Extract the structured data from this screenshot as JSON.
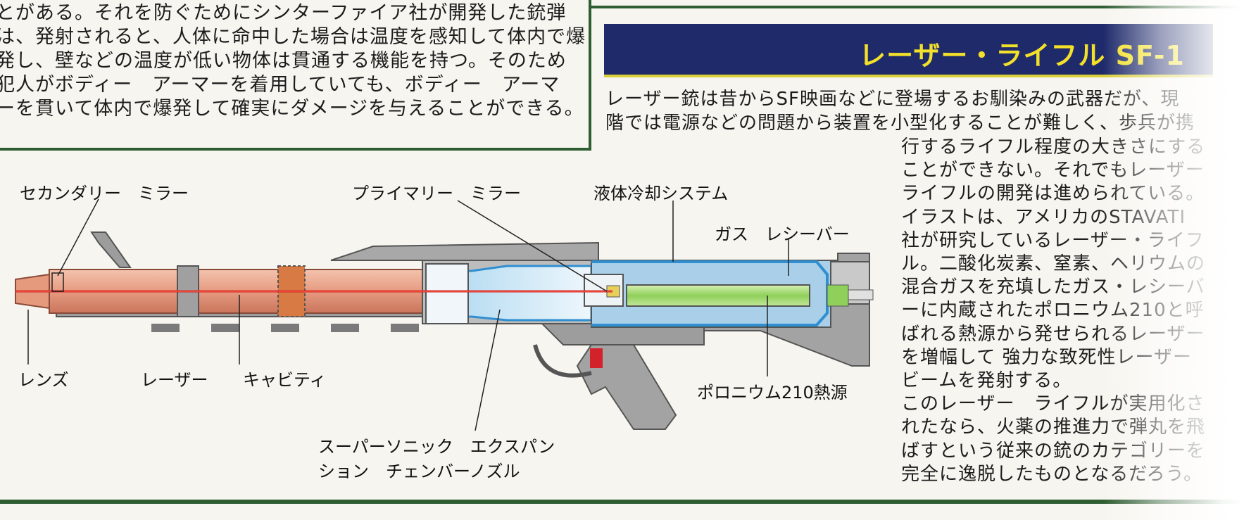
{
  "top_left_paragraph": {
    "lines": [
      "とがある。それを防ぐためにシンターファイア社が開発した銃弾",
      "は、発射されると、人体に命中した場合は温度を感知して体内で爆",
      "発し、壁などの温度が低い物体は貫通する機能を持つ。そのため",
      "犯人がボディー　アーマーを着用していても、ボディー　アーマ",
      "ーを貫いて体内で爆発して確実にダメージを与えることができる。"
    ]
  },
  "section_title": "レーザー・ライフル SF-1",
  "right_column": {
    "wide_lines": [
      "レーザー銃は昔からSF映画などに登場するお馴染みの武器だが、現",
      "階では電源などの問題から装置を小型化することが難しく、歩兵が携"
    ],
    "narrow_lines": [
      "行するライフル程度の大きさにする",
      "ことができない。それでもレーザー",
      "ライフルの開発は進められている。",
      "イラストは、アメリカのSTAVATI",
      "社が研究しているレーザー・ライフ",
      "ル。二酸化炭素、窒素、ヘリウムの",
      "混合ガスを充填したガス・レシーバ",
      "ーに内蔵されたポロニウム210と呼",
      "ばれる熱源から発せられるレーザー",
      "を増幅して 強力な致死性レーザー",
      "ビームを発射する。",
      "このレーザー　ライフルが実用化さ",
      "れたなら、火薬の推進力で弾丸を飛",
      "ばすという従来の銃のカテゴリーを",
      "完全に逸脱したものとなるだろう。"
    ]
  },
  "diagram_labels": {
    "secondary_mirror": "セカンダリー　ミラー",
    "primary_mirror": "プライマリー　ミラー",
    "liquid_cooling": "液体冷却システム",
    "gas_receiver": "ガス　レシーバー",
    "lens": "レンズ",
    "laser": "レーザー",
    "cavity": "キャビティ",
    "polonium": "ポロニウム210熱源",
    "nozzle_line1": "スーパーソニック　エクスパン",
    "nozzle_line2": "ション　チェンバーノズル"
  },
  "colors": {
    "frame_green": "#2f5d32",
    "title_bg": "#1f2a6b",
    "title_text": "#f2e02a",
    "barrel": "#e9a990",
    "laser_beam": "#d8241f",
    "body_gray": "#9d9d9d",
    "cooling_blue": "#2f8fd0",
    "chamber_light": "#cfe8f6",
    "polonium_green": "#8fd05a"
  }
}
